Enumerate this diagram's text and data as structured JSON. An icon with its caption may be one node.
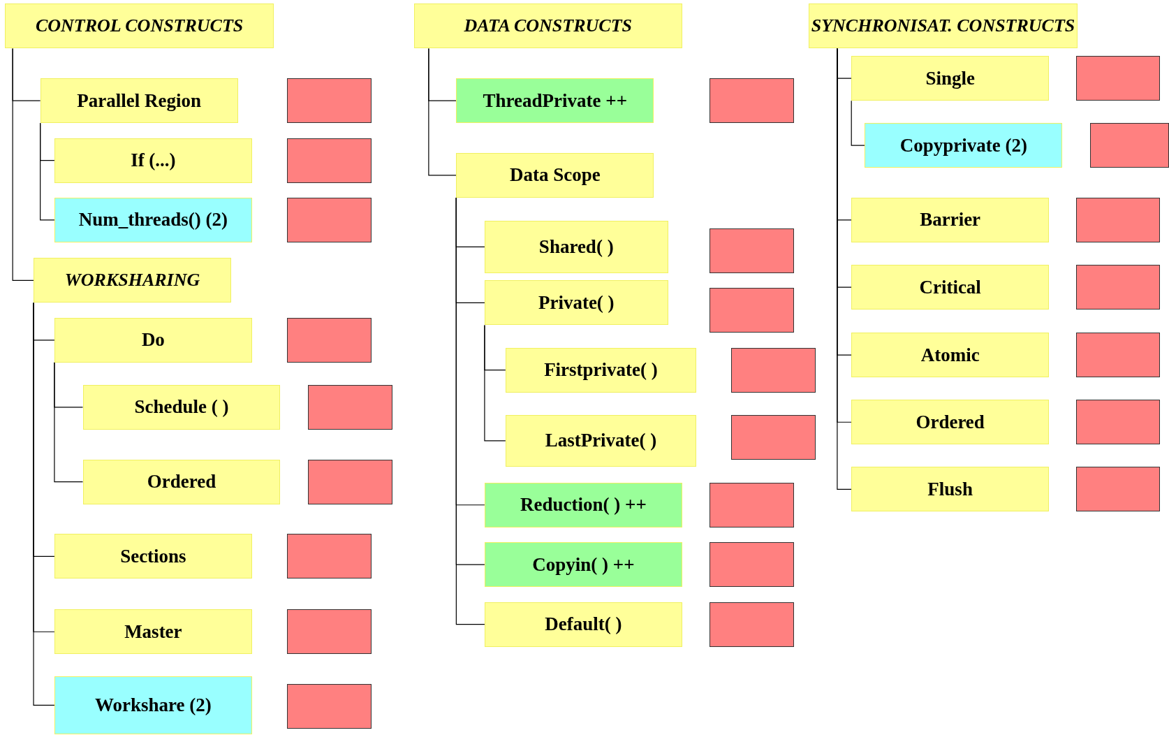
{
  "diagram": {
    "nodes": [
      {
        "text": [
          "CONTROL CONSTRUCTS"
        ]
      },
      {
        "text": [
          "Parallel Region"
        ]
      },
      {
        "text": [
          "If (...)"
        ]
      },
      {
        "text": [
          "Num_threads() (2)"
        ]
      },
      {
        "text": [
          "WORKSHARING"
        ]
      },
      {
        "text": [
          "Do"
        ]
      },
      {
        "text": [
          "Schedule ( )"
        ]
      },
      {
        "text": [
          "Ordered"
        ]
      },
      {
        "text": [
          "Sections"
        ]
      },
      {
        "text": [
          "Master"
        ]
      },
      {
        "text": [
          "Workshare (2)"
        ]
      },
      {
        "text": [
          "DATA CONSTRUCTS"
        ]
      },
      {
        "text": [
          "ThreadPrivate ++"
        ]
      },
      {
        "text": [
          "Data Scope"
        ]
      },
      {
        "text": [
          "Shared( )"
        ]
      },
      {
        "text": [
          "Private( )"
        ]
      },
      {
        "text": [
          "Firstprivate( )"
        ]
      },
      {
        "text": [
          "LastPrivate( )"
        ]
      },
      {
        "text": [
          "Reduction( ) ++"
        ]
      },
      {
        "text": [
          "Copyin( ) ++"
        ]
      },
      {
        "text": [
          "Default( )"
        ]
      },
      {
        "text": [
          "SYNCHRONISAT. CONSTRUCTS"
        ]
      },
      {
        "text": [
          "Single"
        ]
      },
      {
        "text": [
          "Copyprivate (2)"
        ]
      },
      {
        "text": [
          "Barrier"
        ]
      },
      {
        "text": [
          "Critical"
        ]
      },
      {
        "text": [
          "Atomic"
        ]
      },
      {
        "text": [
          "Ordered"
        ]
      },
      {
        "text": [
          "Flush"
        ]
      },
      {
        "text": [],
        "shape": "box"
      },
      {
        "text": [],
        "shape": "box"
      },
      {
        "text": [],
        "shape": "box"
      },
      {
        "text": [],
        "shape": "box"
      },
      {
        "text": [],
        "shape": "box"
      },
      {
        "text": [],
        "shape": "box"
      },
      {
        "text": [],
        "shape": "box"
      },
      {
        "text": [],
        "shape": "box"
      },
      {
        "text": [],
        "shape": "box"
      },
      {
        "text": [],
        "shape": "box"
      },
      {
        "text": [],
        "shape": "box"
      },
      {
        "text": [],
        "shape": "box"
      },
      {
        "text": [],
        "shape": "box"
      },
      {
        "text": [],
        "shape": "box"
      },
      {
        "text": [],
        "shape": "box"
      },
      {
        "text": [],
        "shape": "box"
      },
      {
        "text": [],
        "shape": "box"
      },
      {
        "text": [],
        "shape": "box"
      },
      {
        "text": [],
        "shape": "box"
      },
      {
        "text": [],
        "shape": "box"
      },
      {
        "text": [],
        "shape": "box"
      },
      {
        "text": [],
        "shape": "box"
      },
      {
        "text": [],
        "shape": "box"
      },
      {
        "text": [],
        "shape": "box"
      }
    ],
    "edges": [
      {
        "from": 0,
        "to": 1,
        "arrow": "none"
      },
      {
        "from": 0,
        "to": 4,
        "arrow": "none"
      },
      {
        "from": 1,
        "to": 2,
        "arrow": "none"
      },
      {
        "from": 1,
        "to": 3,
        "arrow": "none"
      },
      {
        "from": 4,
        "to": 5,
        "arrow": "none"
      },
      {
        "from": 4,
        "to": 8,
        "arrow": "none"
      },
      {
        "from": 4,
        "to": 9,
        "arrow": "none"
      },
      {
        "from": 4,
        "to": 10,
        "arrow": "none"
      },
      {
        "from": 5,
        "to": 6,
        "arrow": "none"
      },
      {
        "from": 5,
        "to": 7,
        "arrow": "none"
      },
      {
        "from": 11,
        "to": 12,
        "arrow": "none"
      },
      {
        "from": 11,
        "to": 13,
        "arrow": "none"
      },
      {
        "from": 13,
        "to": 14,
        "arrow": "none"
      },
      {
        "from": 13,
        "to": 15,
        "arrow": "none"
      },
      {
        "from": 13,
        "to": 18,
        "arrow": "none"
      },
      {
        "from": 13,
        "to": 19,
        "arrow": "none"
      },
      {
        "from": 13,
        "to": 20,
        "arrow": "none"
      },
      {
        "from": 15,
        "to": 16,
        "arrow": "none"
      },
      {
        "from": 15,
        "to": 17,
        "arrow": "none"
      },
      {
        "from": 21,
        "to": 22,
        "arrow": "none"
      },
      {
        "from": 21,
        "to": 24,
        "arrow": "none"
      },
      {
        "from": 21,
        "to": 25,
        "arrow": "none"
      },
      {
        "from": 21,
        "to": 26,
        "arrow": "none"
      },
      {
        "from": 21,
        "to": 27,
        "arrow": "none"
      },
      {
        "from": 21,
        "to": 28,
        "arrow": "none"
      },
      {
        "from": 22,
        "to": 23,
        "arrow": "none"
      }
    ]
  }
}
